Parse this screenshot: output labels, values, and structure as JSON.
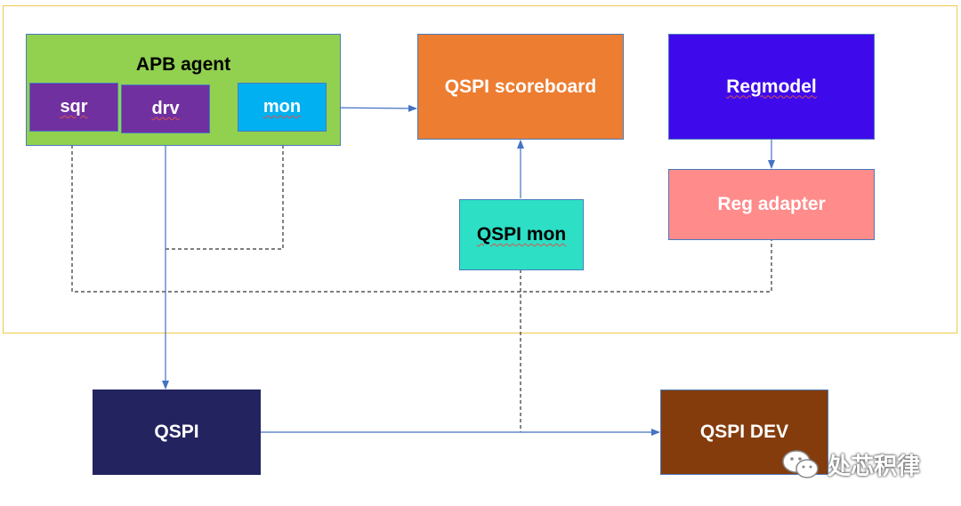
{
  "diagram": {
    "apb_agent": {
      "title": "APB agent",
      "sqr_label": "sqr",
      "drv_label": "drv",
      "mon_label": "mon"
    },
    "qspi_scoreboard_label": "QSPI scoreboard",
    "regmodel_label": "Regmodel",
    "reg_adapter_label": "Reg adapter",
    "qspi_mon_label": "QSPI mon",
    "qspi_label": "QSPI",
    "qspi_dev_label": "QSPI DEV",
    "colors": {
      "env_border": "#f2c94c",
      "apb_agent": "#92d050",
      "sub_block": "#7030a0",
      "mon": "#00b0f0",
      "scoreboard": "#ed7d31",
      "regmodel": "#3f0aeb",
      "reg_adapter": "#ff8b8b",
      "qspi_mon": "#2ddfc5",
      "qspi": "#232360",
      "qspi_dev": "#843c0c",
      "arrow": "#4472c4"
    }
  },
  "watermark": {
    "icon": "wechat-icon",
    "text": "处芯积律"
  }
}
